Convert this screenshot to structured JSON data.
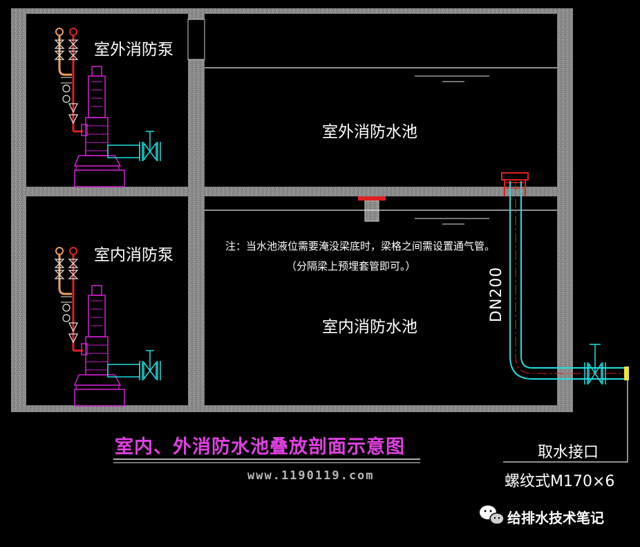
{
  "labels": {
    "outdoor_pump": "室外消防泵",
    "indoor_pump": "室内消防泵",
    "outdoor_pool": "室外消防水池",
    "indoor_pool": "室内消防水池",
    "note_line1": "注：当水池液位需要淹没梁底时，梁格之间需设置通气管。",
    "note_line2": "（分隔梁上预埋套管即可。）",
    "pipe_size": "DN200",
    "intake_label": "取水接口",
    "intake_thread": "螺纹式M170×6"
  },
  "title": "室内、外消防水池叠放剖面示意图",
  "url": "www.1190119.com",
  "watermark": {
    "text": "给排水技术笔记",
    "icon": "wechat-icon"
  },
  "colors": {
    "wall": "#8c8c8c",
    "pump": "#d020d0",
    "pipe_red": "#e02020",
    "pipe_orange": "#f0a060",
    "pipe_cyan": "#20e0e0",
    "valve": "#e8e8e8",
    "title": "#e040e0",
    "intake_end": "#f0e040"
  }
}
